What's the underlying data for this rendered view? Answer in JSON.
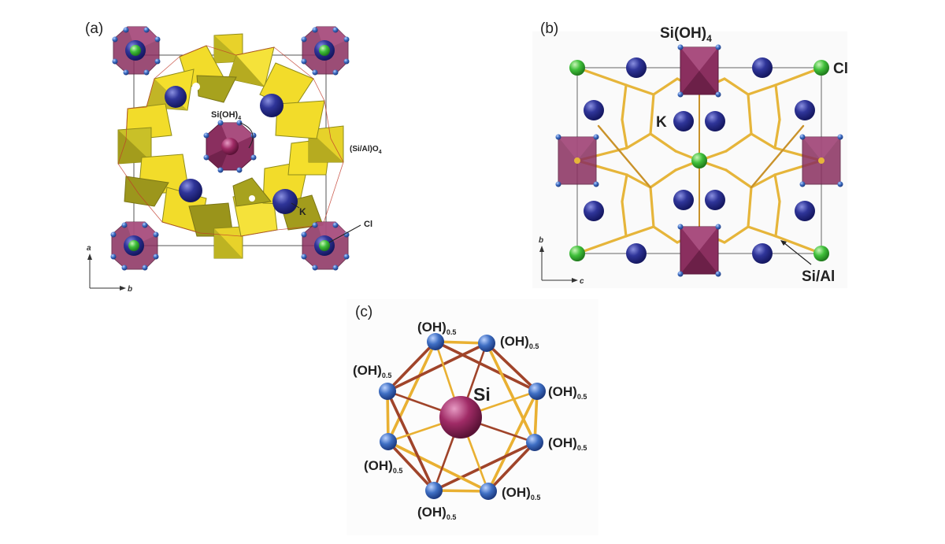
{
  "colors": {
    "framework": "#f2dc2a",
    "framework_dark": "#a7a21e",
    "potassium": "#2a2f8f",
    "chlorine": "#3fbf3a",
    "silanol_polyhedron": "#8a2f5f",
    "hydroxyl": "#3f6fc4",
    "bond_light": "#e9b032",
    "bond_dark": "#a0442a"
  },
  "panel_a": {
    "label": "(a)",
    "silanol": "Si(OH)",
    "silanol_sub": "4",
    "framework_unit": "(Si/Al)O",
    "framework_unit_sub": "4",
    "potassium": "K",
    "chlorine": "Cl",
    "axis_vertical": "a",
    "axis_horizontal": "b"
  },
  "panel_b": {
    "label": "(b)",
    "silanol": "Si(OH)",
    "silanol_sub": "4",
    "chlorine": "Cl",
    "potassium": "K",
    "framework_site": "Si/Al",
    "axis_vertical": "b",
    "axis_horizontal": "c"
  },
  "panel_c": {
    "label": "(c)",
    "center": "Si",
    "ligand": "(OH)",
    "ligand_sub": "0.5"
  }
}
